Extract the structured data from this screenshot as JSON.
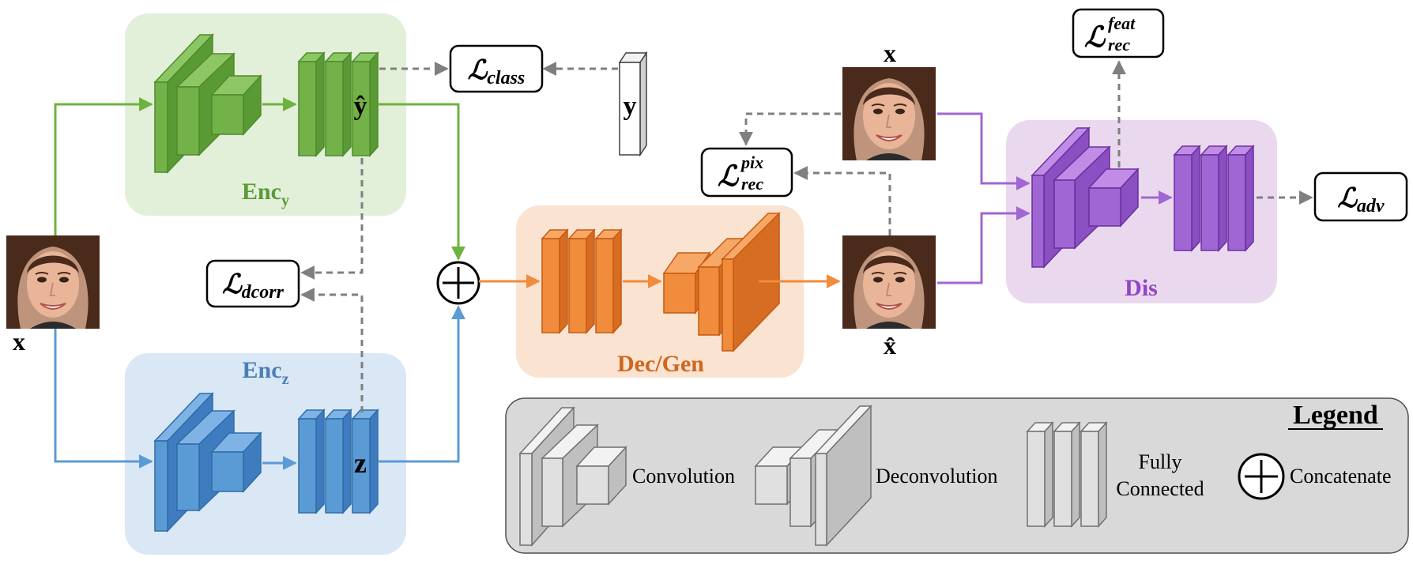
{
  "modules": {
    "enc_y": {
      "label": "Enc",
      "sub": "y"
    },
    "enc_z": {
      "label": "Enc",
      "sub": "z"
    },
    "dec": {
      "label": "Dec/Gen"
    },
    "dis": {
      "label": "Dis"
    }
  },
  "variables": {
    "x_input": "x",
    "x_real": "x",
    "x_hat": "x̂",
    "y_hat": "ŷ",
    "y_label": "y",
    "z": "z"
  },
  "losses": {
    "class": {
      "main": "ℒ",
      "sub": "class"
    },
    "dcorr": {
      "main": "ℒ",
      "sub": "dcorr"
    },
    "pix": {
      "main": "ℒ",
      "sup": "pix",
      "sub": "rec"
    },
    "feat": {
      "main": "ℒ",
      "sup": "feat",
      "sub": "rec"
    },
    "adv": {
      "main": "ℒ",
      "sub": "adv"
    }
  },
  "legend": {
    "title": "Legend",
    "convolution": "Convolution",
    "deconvolution": "Deconvolution",
    "fc_line1": "Fully",
    "fc_line2": "Connected",
    "concatenate": "Concatenate"
  },
  "colors": {
    "green": "#6db33f",
    "green_bg": "#e2efd9",
    "blue": "#5b9bd5",
    "blue_bg": "#dae7f5",
    "orange": "#f08c3c",
    "orange_bg": "#fbe3d2",
    "purple": "#a066d3",
    "purple_bg": "#ead9ee",
    "gray": "#7f7f7f",
    "legend_bg": "#d9d9d9"
  }
}
